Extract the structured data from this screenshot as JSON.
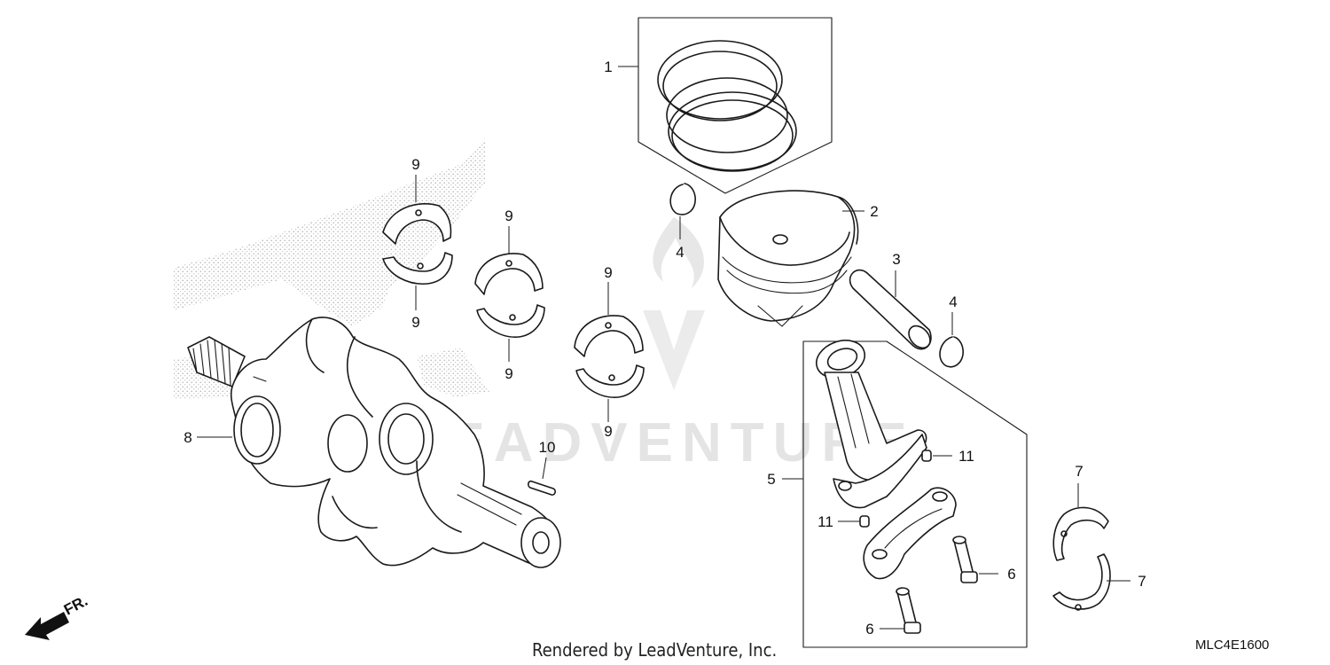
{
  "callouts": {
    "piston_ring_set": "1",
    "piston": "2",
    "piston_pin": "3",
    "pin_clip_left": "4",
    "pin_clip_right": "4",
    "connecting_rod": "5",
    "rod_bolt_upper": "6",
    "rod_bolt_lower": "6",
    "rod_bearing_upper": "7",
    "rod_bearing_lower": "7",
    "crankshaft": "8",
    "main_bearing_1_top": "9",
    "main_bearing_1_bottom": "9",
    "main_bearing_2_top": "9",
    "main_bearing_2_bottom": "9",
    "main_bearing_3_top": "9",
    "main_bearing_3_bottom": "9",
    "woodruff_key": "10",
    "dowel_pin_upper": "11",
    "dowel_pin_lower": "11"
  },
  "direction_label": "FR.",
  "footer": {
    "rendered_by": "Rendered by LeadVenture, Inc.",
    "diagram_code": "MLC4E1600"
  },
  "watermark": {
    "text": "LEADVENTURE",
    "logo": "leadventure-flame-logo"
  },
  "colors": {
    "line": "#1a1a1a",
    "stipple": "#9a9a9a",
    "watermark": "#cfcfcf"
  }
}
